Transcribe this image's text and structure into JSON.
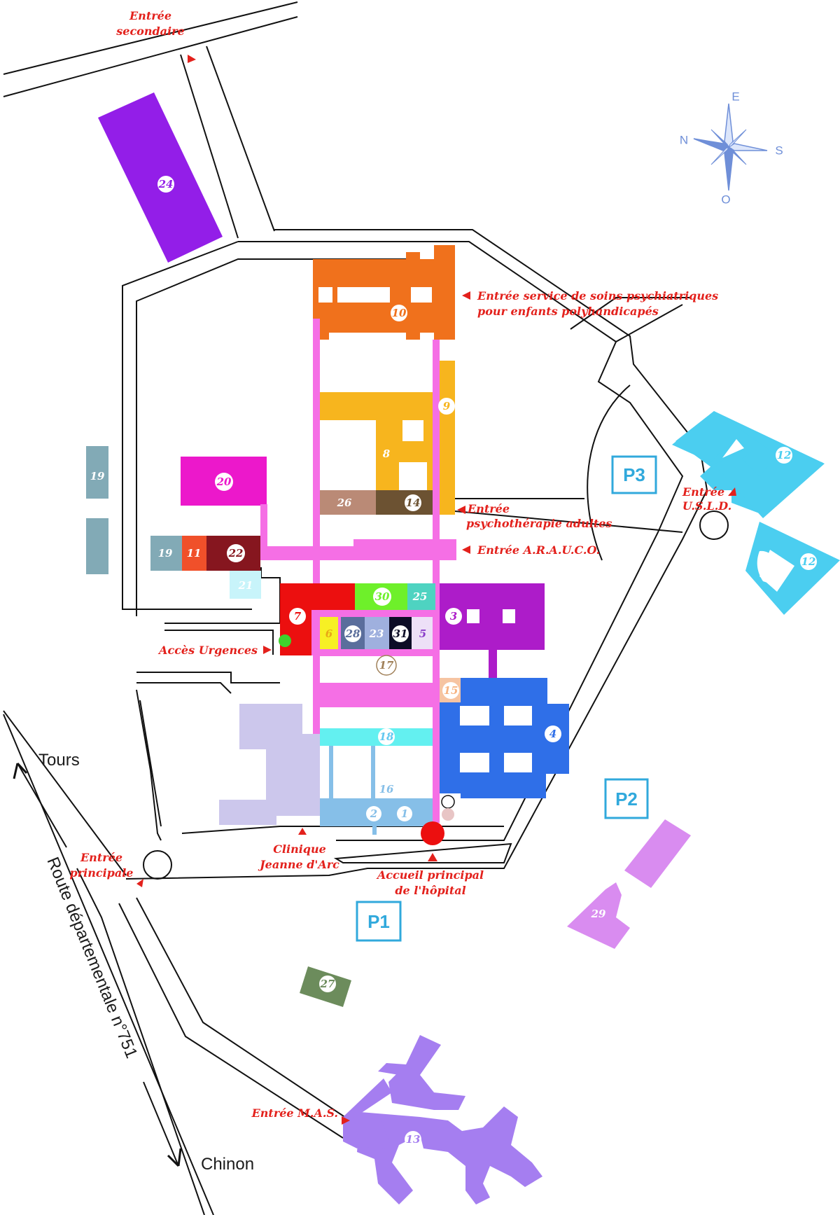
{
  "compass": {
    "top": "E",
    "left": "N",
    "right": "S",
    "bottom": "O",
    "color": "#6f8fd8"
  },
  "cities": {
    "north": "Tours",
    "south": "Chinon"
  },
  "road_name": "Route départementale n°751",
  "entrances": {
    "secondary_1": "Entrée",
    "secondary_2": "secondaire",
    "psy_child_1": "Entrée service de soins psychiatriques",
    "psy_child_2": "pour enfants polyhandicapés",
    "psy_adult_1": "Entrée",
    "psy_adult_2": "psychothérapie adultes",
    "arauco": "Entrée A.R.A.U.C.O.",
    "usld_1": "Entrée",
    "usld_2": "U.S.L.D.",
    "urgences": "Accès Urgences",
    "main_1": "Entrée",
    "main_2": "principale",
    "clinic_1": "Clinique",
    "clinic_2": "Jeanne d'Arc",
    "accueil_1": "Accueil principal",
    "accueil_2": "de l'hôpital",
    "mas": "Entrée M.A.S."
  },
  "parking": {
    "p1": "P1",
    "p2": "P2",
    "p3": "P3"
  },
  "buildings": {
    "b1": "1",
    "b2": "2",
    "b3": "3",
    "b4": "4",
    "b5": "5",
    "b6": "6",
    "b7": "7",
    "b8": "8",
    "b9": "9",
    "b10": "10",
    "b11": "11",
    "b12a": "12",
    "b12b": "12",
    "b13": "13",
    "b14": "14",
    "b15": "15",
    "b16": "16",
    "b17": "17",
    "b18": "18",
    "b19a": "19",
    "b19b": "19",
    "b20": "20",
    "b21": "21",
    "b22": "22",
    "b23": "23",
    "b24": "24",
    "b25": "25",
    "b26": "26",
    "b27": "27",
    "b28": "28",
    "b29": "29",
    "b30": "30",
    "b31": "31"
  },
  "colors": {
    "corridor": "#f56fe5",
    "b10": "#f0711c",
    "b8": "#f7b51e",
    "b3": "#ad1cc9",
    "b4": "#2f6fe8",
    "b7": "#ec0f0f",
    "b12": "#4bcef0",
    "b13": "#a57ef0",
    "b20": "#ec18cb",
    "b22": "#86161f",
    "b24": "#931ee8",
    "b29": "#d98cf0",
    "b27": "#6c8c5c",
    "clinic": "#ccc7ec",
    "b18": "#63f0f0",
    "b1": "#86bfe8",
    "b19": "#82aab6",
    "accent": "#e3211c",
    "parking": "#31a9dc"
  }
}
